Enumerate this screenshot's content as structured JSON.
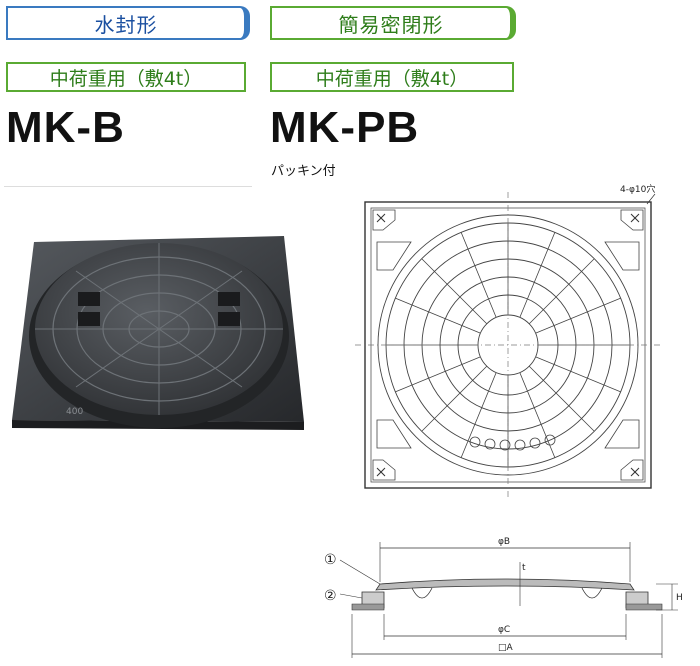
{
  "left": {
    "type_label": "水封形",
    "load_label": "中荷重用（敷4t）",
    "model": "MK-B",
    "emboss": "400"
  },
  "right": {
    "type_label": "簡易密閉形",
    "load_label": "中荷重用（敷4t）",
    "model": "MK-PB",
    "note": "パッキン付",
    "hole_label": "4-φ10穴"
  },
  "section": {
    "callout_1": "①",
    "callout_2": "②",
    "dim_B": "φB",
    "dim_C": "φC",
    "dim_A": "□A",
    "dim_t": "t",
    "dim_H": "H"
  },
  "colors": {
    "blue": "#3a7ac0",
    "green": "#5aaa32",
    "iron": "#3b3e42"
  }
}
